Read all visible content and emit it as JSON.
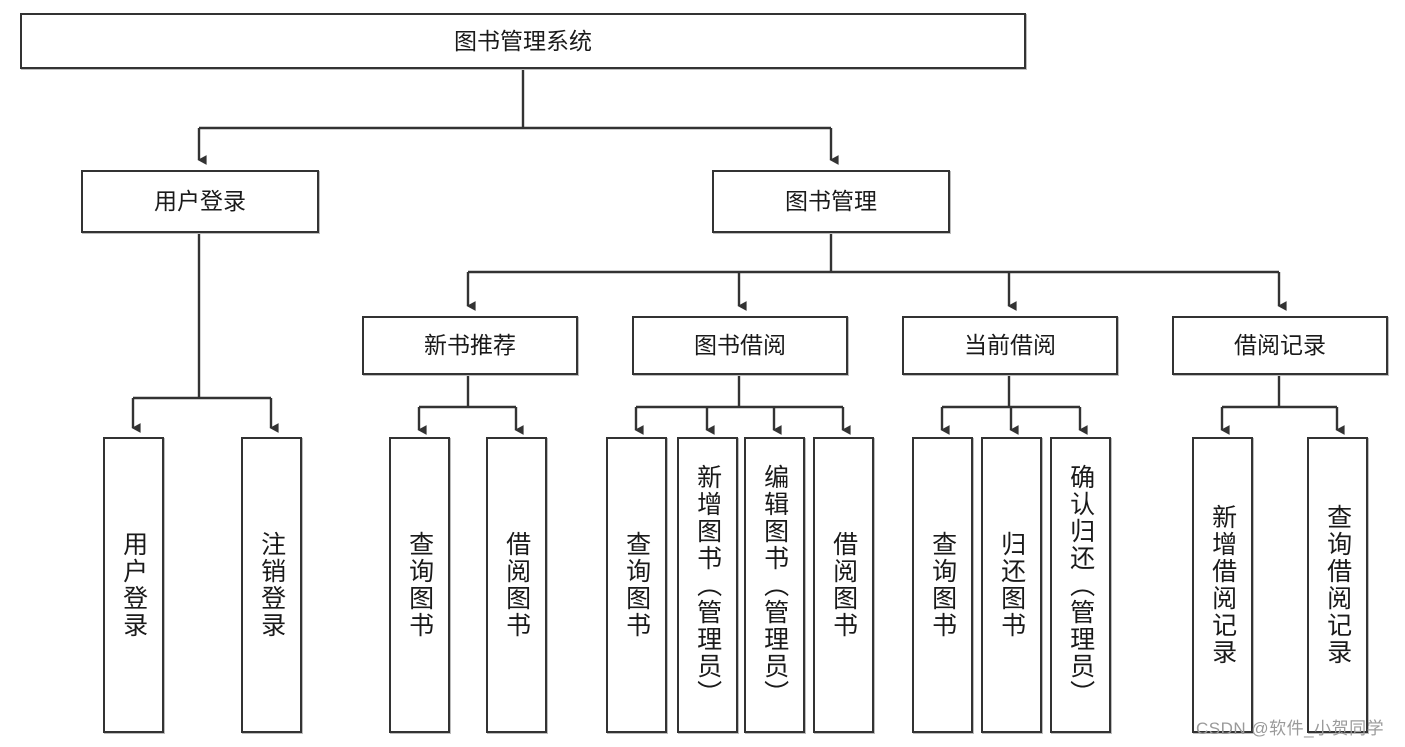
{
  "diagram": {
    "title": "图书管理系统",
    "type": "tree-hierarchy-diagram",
    "watermark": "CSDN @软件_小贺同学",
    "colors": {
      "node_border": "#333333",
      "node_fill": "#ffffff",
      "edge": "#333333",
      "text": "#1a1a1a",
      "watermark": "#9a9a9a"
    },
    "root": {
      "id": "root",
      "label": "图书管理系统",
      "orientation": "horizontal"
    },
    "level2": [
      {
        "id": "user-login",
        "label": "用户登录",
        "orientation": "horizontal"
      },
      {
        "id": "book-manage",
        "label": "图书管理",
        "orientation": "horizontal"
      }
    ],
    "level3": [
      {
        "id": "new-book-recommend",
        "label": "新书推荐",
        "orientation": "horizontal",
        "parent": "book-manage"
      },
      {
        "id": "book-borrow",
        "label": "图书借阅",
        "orientation": "horizontal",
        "parent": "book-manage"
      },
      {
        "id": "current-borrow",
        "label": "当前借阅",
        "orientation": "horizontal",
        "parent": "book-manage"
      },
      {
        "id": "borrow-record",
        "label": "借阅记录",
        "orientation": "horizontal",
        "parent": "book-manage"
      }
    ],
    "leaves": [
      {
        "id": "leaf-user-login",
        "label": "用户登录",
        "parent": "user-login"
      },
      {
        "id": "leaf-logout-login",
        "label": "注销登录",
        "parent": "user-login"
      },
      {
        "id": "leaf-query-book-1",
        "label": "查询图书",
        "parent": "new-book-recommend"
      },
      {
        "id": "leaf-borrow-book-1",
        "label": "借阅图书",
        "parent": "new-book-recommend"
      },
      {
        "id": "leaf-query-book-2",
        "label": "查询图书",
        "parent": "book-borrow"
      },
      {
        "id": "leaf-add-book",
        "label": "新增图书（管理员）",
        "parent": "book-borrow"
      },
      {
        "id": "leaf-edit-book",
        "label": "编辑图书（管理员）",
        "parent": "book-borrow"
      },
      {
        "id": "leaf-borrow-book-2",
        "label": "借阅图书",
        "parent": "book-borrow"
      },
      {
        "id": "leaf-query-book-3",
        "label": "查询图书",
        "parent": "current-borrow"
      },
      {
        "id": "leaf-return-book",
        "label": "归还图书",
        "parent": "current-borrow"
      },
      {
        "id": "leaf-confirm-return",
        "label": "确认归还（管理员）",
        "parent": "current-borrow"
      },
      {
        "id": "leaf-add-record",
        "label": "新增借阅记录",
        "parent": "borrow-record"
      },
      {
        "id": "leaf-query-record",
        "label": "查询借阅记录",
        "parent": "borrow-record"
      }
    ]
  }
}
